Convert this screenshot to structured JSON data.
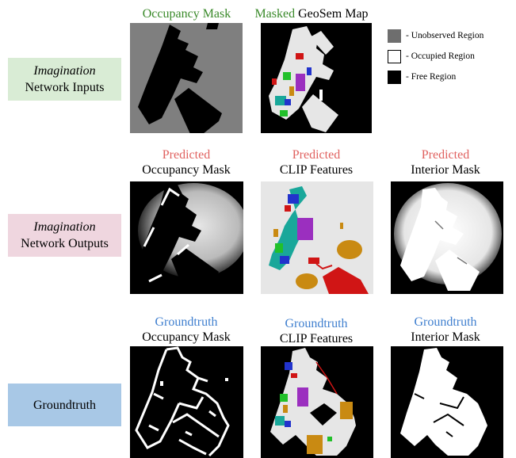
{
  "rows": {
    "inputs": {
      "label_italic": "Imagination",
      "label_rest": "Network Inputs",
      "bg": "#d9ecd5"
    },
    "outputs": {
      "label_italic": "Imagination",
      "label_rest": "Network Outputs",
      "bg": "#efd6df"
    },
    "groundtruth": {
      "label": "Groundtruth",
      "bg": "#a8c8e6"
    }
  },
  "captions": {
    "occupancy_mask": "Occupancy Mask",
    "masked_prefix": "Masked",
    "geosem_map": "GeoSem Map",
    "predicted": "Predicted",
    "groundtruth": "Groundtruth",
    "occupancy": "Occupancy Mask",
    "clip": "CLIP Features",
    "interior": "Interior Mask"
  },
  "legend": [
    {
      "label": "- Unobserved Region",
      "color": "#6e6e6e"
    },
    {
      "label": "- Occupied Region",
      "color": "#ffffff"
    },
    {
      "label": "- Free Region",
      "color": "#000000"
    }
  ],
  "colors": {
    "green_text": "#3a8a2a",
    "red_text": "#e0615f",
    "blue_text": "#3f7fcf",
    "unobserved": "#7f7f7f",
    "clip_background": "#e6e6e6",
    "semantic_purple": "#9b2fbf",
    "semantic_teal": "#19a79a",
    "semantic_orange": "#c98a12",
    "semantic_red": "#d01515",
    "semantic_blue": "#2233cc",
    "semantic_green": "#22c02a"
  }
}
